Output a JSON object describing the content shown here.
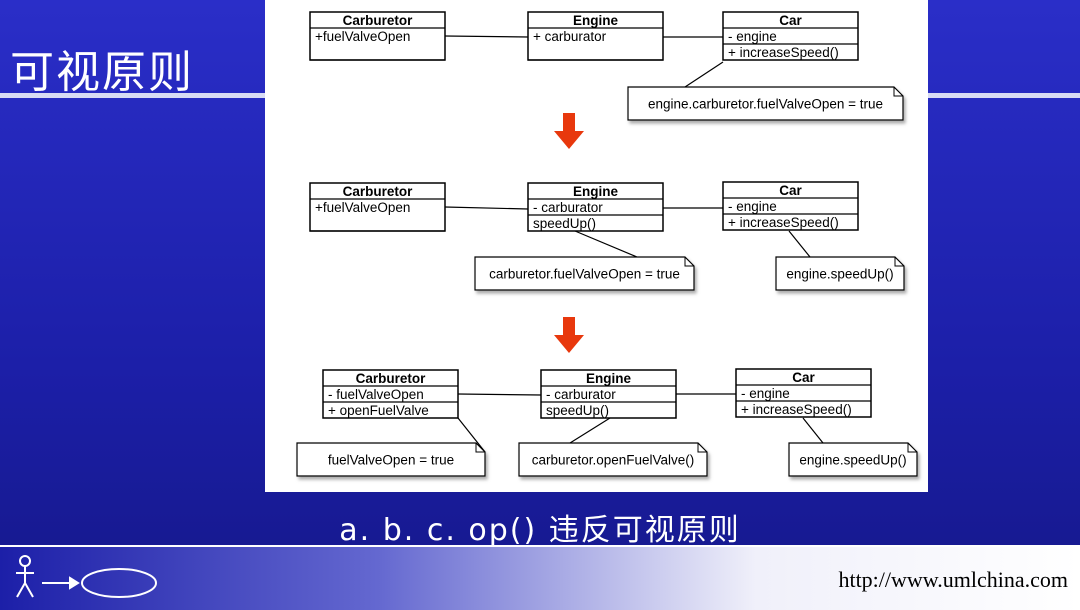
{
  "slide": {
    "title": "可视原则",
    "caption": "a. b. c. op() 违反可视原则",
    "footer_url": "http://www.umlchina.com"
  },
  "diagrams": [
    {
      "classes": {
        "carburetor": {
          "name": "Carburetor",
          "attrs": [
            "+fuelValveOpen"
          ],
          "ops": []
        },
        "engine": {
          "name": "Engine",
          "attrs": [
            "+ carburator"
          ],
          "ops": []
        },
        "car": {
          "name": "Car",
          "attrs": [
            "- engine"
          ],
          "ops": [
            "+ increaseSpeed()"
          ]
        }
      },
      "notes": [
        "engine.carburetor.fuelValveOpen = true"
      ]
    },
    {
      "classes": {
        "carburetor": {
          "name": "Carburetor",
          "attrs": [
            "+fuelValveOpen"
          ],
          "ops": []
        },
        "engine": {
          "name": "Engine",
          "attrs": [
            "- carburator"
          ],
          "ops": [
            "speedUp()"
          ]
        },
        "car": {
          "name": "Car",
          "attrs": [
            "- engine"
          ],
          "ops": [
            "+ increaseSpeed()"
          ]
        }
      },
      "notes": [
        "carburetor.fuelValveOpen = true",
        "engine.speedUp()"
      ]
    },
    {
      "classes": {
        "carburetor": {
          "name": "Carburetor",
          "attrs": [
            "- fuelValveOpen"
          ],
          "ops": [
            "+ openFuelValve"
          ]
        },
        "engine": {
          "name": "Engine",
          "attrs": [
            "- carburator"
          ],
          "ops": [
            "speedUp()"
          ]
        },
        "car": {
          "name": "Car",
          "attrs": [
            "- engine"
          ],
          "ops": [
            "+ increaseSpeed()"
          ]
        }
      },
      "notes": [
        "fuelValveOpen = true",
        "carburetor.openFuelValve()",
        "engine.speedUp()"
      ]
    }
  ],
  "colors": {
    "arrow": "#e8380d",
    "bg_blue": "#1c1fa8"
  },
  "icons": [
    "actor-icon",
    "arrow-icon",
    "use-case-icon"
  ]
}
